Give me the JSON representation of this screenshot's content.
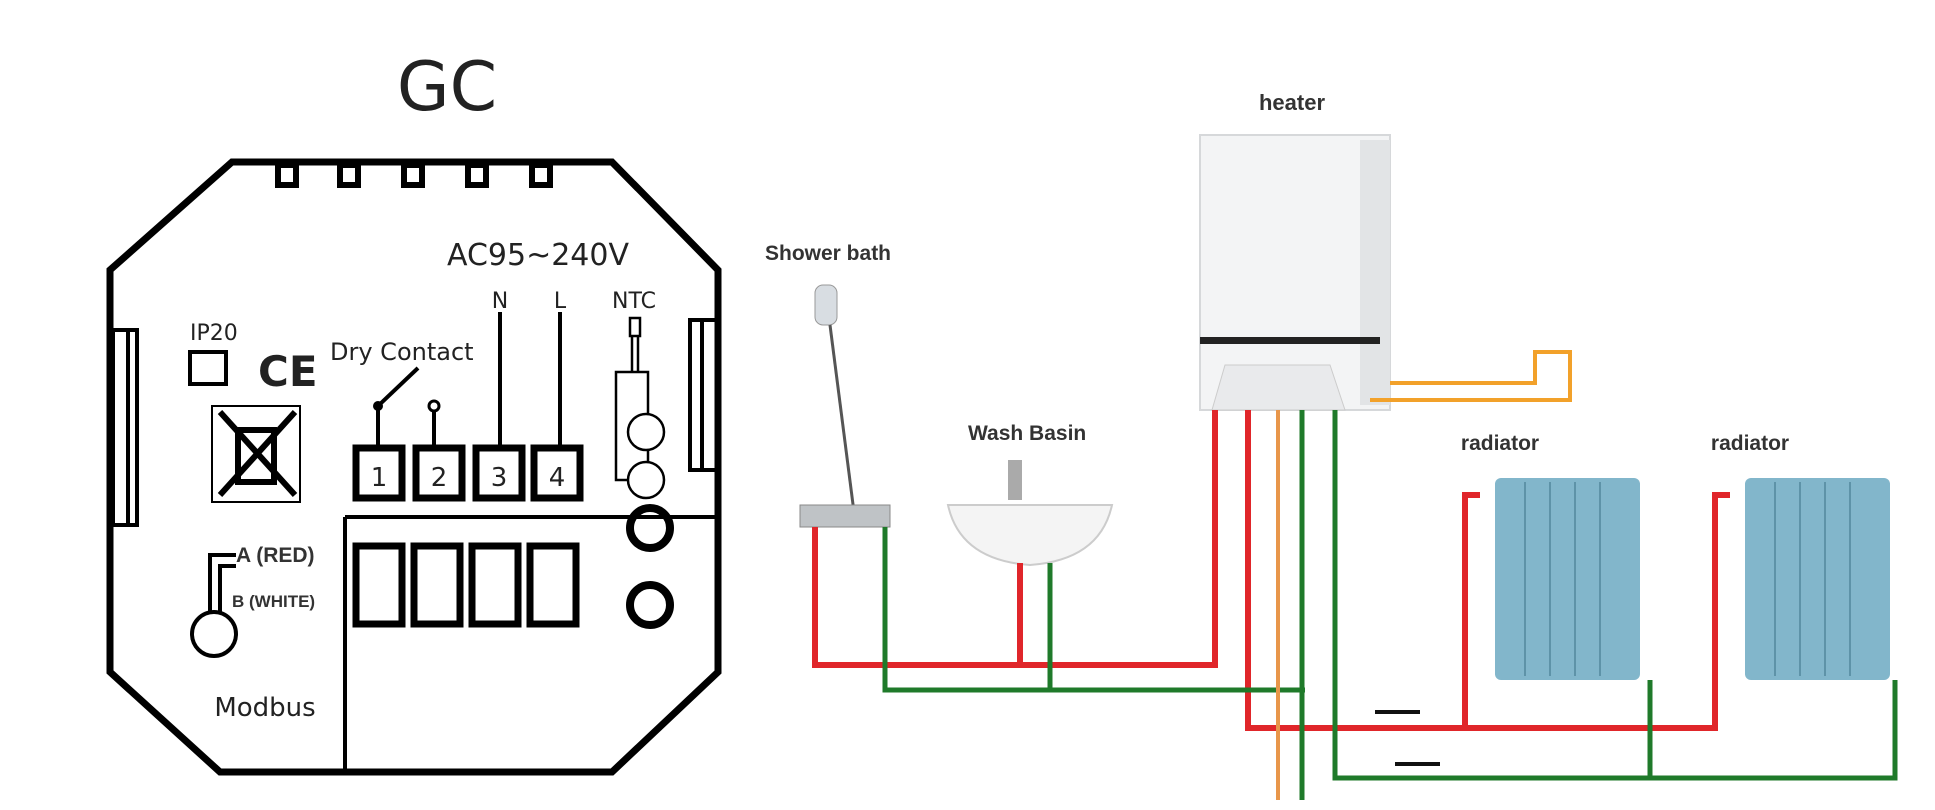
{
  "thermostat": {
    "title": "GC",
    "voltage": "AC95~240V",
    "terminal_labels": {
      "n": "N",
      "l": "L",
      "ntc": "NTC"
    },
    "ip_rating": "IP20",
    "ce_mark": "CE",
    "dry_contact": "Dry Contact",
    "terminals": [
      "1",
      "2",
      "3",
      "4"
    ],
    "modbus_a": "A (RED)",
    "modbus_b": "B (WHITE)",
    "modbus": "Modbus"
  },
  "system": {
    "heater": "heater",
    "shower": "Shower bath",
    "basin": "Wash Basin",
    "radiator1": "radiator",
    "radiator2": "radiator"
  },
  "colors": {
    "hot_pipe": "#e0262a",
    "cold_pipe": "#1f7a2a",
    "gas_pipe": "#f2a12a",
    "radiator": "#82b6cb"
  }
}
